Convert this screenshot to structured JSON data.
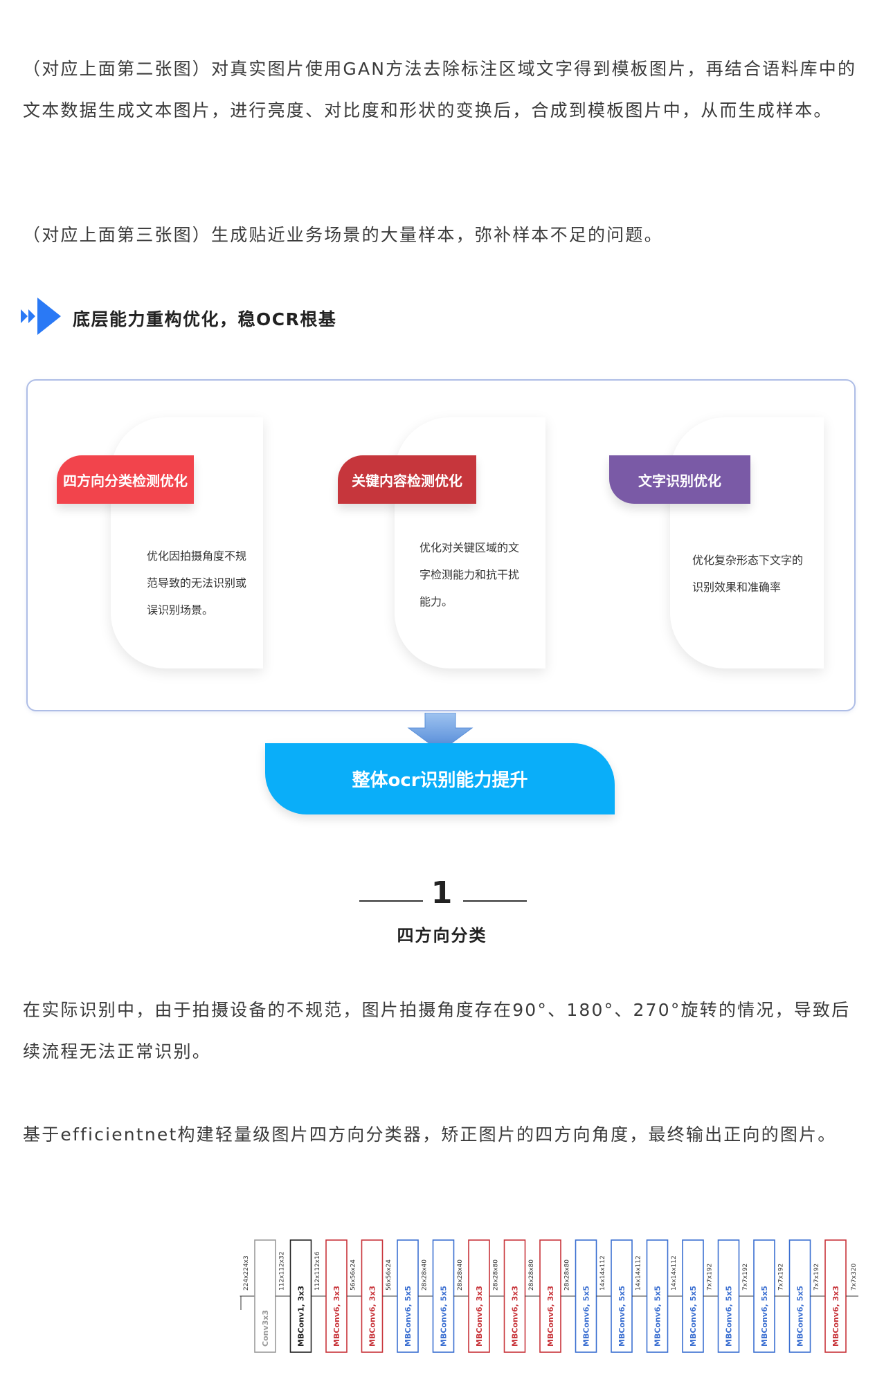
{
  "paragraphs": {
    "p1": "（对应上面第二张图）对真实图片使用GAN方法去除标注区域文字得到模板图片，再结合语料库中的文本数据生成文本图片，进行亮度、对比度和形状的变换后，合成到模板图片中，从而生成样本。",
    "p2": "（对应上面第三张图）生成贴近业务场景的大量样本，弥补样本不足的问题。",
    "p3": "在实际识别中，由于拍摄设备的不规范，图片拍摄角度存在90°、180°、270°旋转的情况，导致后续流程无法正常识别。",
    "p4": "基于efficientnet构建轻量级图片四方向分类器，矫正图片的四方向角度，最终输出正向的图片。"
  },
  "section_heading": "底层能力重构优化，稳OCR根基",
  "diagram": {
    "cards": [
      {
        "tag": "四方向分类检测优化",
        "color": "#f2444c",
        "text": "优化因拍摄角度不规范导致的无法识别或误识别场景。"
      },
      {
        "tag": "关键内容检测优化",
        "color": "#c6363c",
        "text": "优化对关键区域的文字检测能力和抗干扰能力。"
      },
      {
        "tag": "文字识别优化",
        "color": "#7a5aa6",
        "text": "优化复杂形态下文字的识别效果和准确率"
      }
    ],
    "result": "整体ocr识别能力提升"
  },
  "section1": {
    "number": "1",
    "title": "四方向分类"
  },
  "network": {
    "blocks": [
      {
        "label": "Conv3x3",
        "color": "gray"
      },
      {
        "label": "MBConv1, 3x3",
        "color": "black"
      },
      {
        "label": "MBConv6, 3x3",
        "color": "red"
      },
      {
        "label": "MBConv6, 3x3",
        "color": "red"
      },
      {
        "label": "MBConv6, 5x5",
        "color": "blue"
      },
      {
        "label": "MBConv6, 5x5",
        "color": "blue"
      },
      {
        "label": "MBConv6, 3x3",
        "color": "red"
      },
      {
        "label": "MBConv6, 3x3",
        "color": "red"
      },
      {
        "label": "MBConv6, 3x3",
        "color": "red"
      },
      {
        "label": "MBConv6, 5x5",
        "color": "blue"
      },
      {
        "label": "MBConv6, 5x5",
        "color": "blue"
      },
      {
        "label": "MBConv6, 5x5",
        "color": "blue"
      },
      {
        "label": "MBConv6, 5x5",
        "color": "blue"
      },
      {
        "label": "MBConv6, 5x5",
        "color": "blue"
      },
      {
        "label": "MBConv6, 5x5",
        "color": "blue"
      },
      {
        "label": "MBConv6, 5x5",
        "color": "blue"
      },
      {
        "label": "MBConv6, 3x3",
        "color": "red"
      }
    ],
    "dims": [
      "224x224x3",
      "112x112x32",
      "112x112x16",
      "56x56x24",
      "56x56x24",
      "28x28x40",
      "28x28x40",
      "28x28x80",
      "28x28x80",
      "28x28x80",
      "14x14x112",
      "14x14x112",
      "14x14x112",
      "7x7x192",
      "7x7x192",
      "7x7x192",
      "7x7x192",
      "7x7x320"
    ]
  }
}
